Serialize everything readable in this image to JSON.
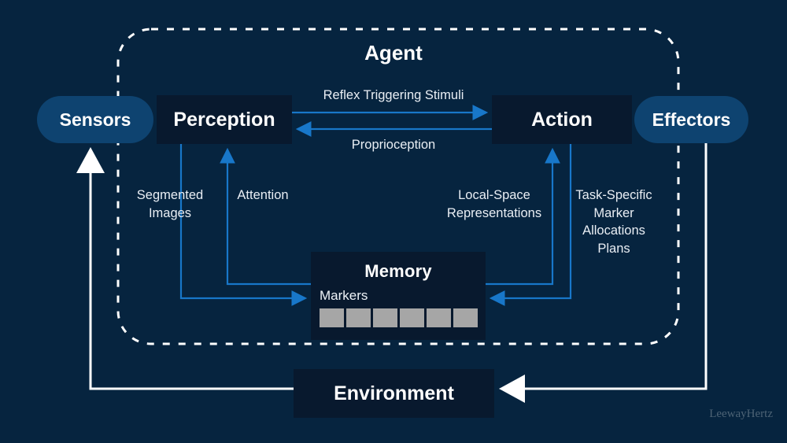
{
  "diagram": {
    "agent_title": "Agent",
    "background_color": "#06243f",
    "accent_blue": "#1877c9",
    "box_color": "#08192e",
    "pill_color": "#0e4370",
    "marker_color": "#a6a6a6",
    "white": "#ffffff"
  },
  "nodes": {
    "sensors": "Sensors",
    "perception": "Perception",
    "action": "Action",
    "effectors": "Effectors",
    "environment": "Environment",
    "memory": {
      "title": "Memory",
      "markers_label": "Markers",
      "marker_count": 6
    }
  },
  "edge_labels": {
    "reflex": "Reflex Triggering Stimuli",
    "proprioception": "Proprioception",
    "segmented_images": "Segmented\nImages",
    "attention": "Attention",
    "local_space": "Local-Space\nRepresentations",
    "task_specific": "Task-Specific\nMarker\nAllocations\nPlans"
  },
  "watermark": "LeewayHertz"
}
